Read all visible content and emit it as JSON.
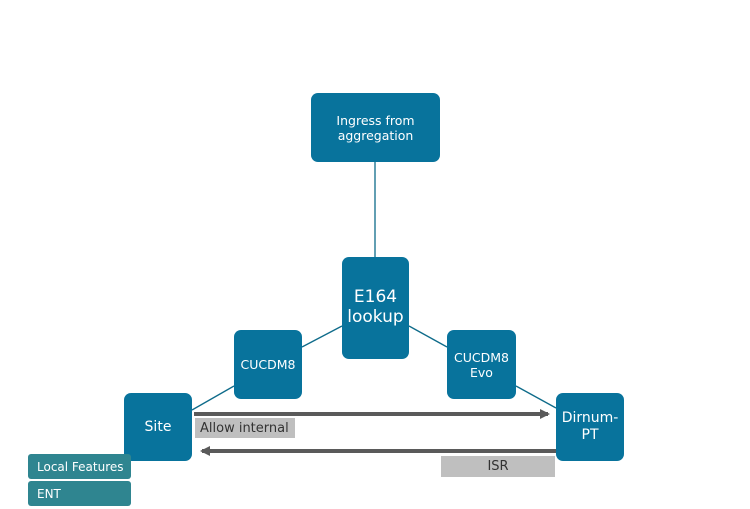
{
  "diagram": {
    "nodes": {
      "ingress": "Ingress from\naggregation",
      "e164": "E164\nlookup",
      "cucdm8": "CUCDM8",
      "cucdm8_evo": "CUCDM8\nEvo",
      "site": "Site",
      "dirnum": "Dirnum-\nPT"
    },
    "flows": {
      "site_to_dirnum": "Allow internal",
      "dirnum_to_site": "ISR"
    },
    "tags": {
      "local_features": "Local Features",
      "ent": "ENT"
    },
    "colors": {
      "node_fill": "#08739c",
      "connector": "#0e6b8a",
      "arrow": "#5a5a5a",
      "flow_label_bg": "#bfbfbf",
      "tag_fill": "#2f8590"
    }
  }
}
